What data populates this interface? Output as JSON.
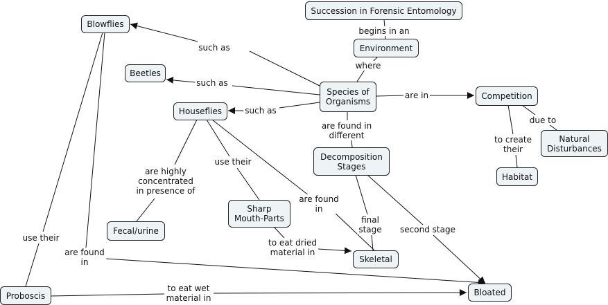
{
  "title": "Succession in Forensic Entomology",
  "colors": {
    "node_fill": "#eef3f6",
    "node_border": "#222222",
    "line": "#111111",
    "background": "#ffffff"
  },
  "nodes": {
    "succession": "Succession in Forensic Entomology",
    "environment": "Environment",
    "species": "Species of\nOrganisms",
    "blowflies": "Blowflies",
    "beetles": "Beetles",
    "houseflies": "Houseflies",
    "competition": "Competition",
    "natural_disturbances": "Natural\nDisturbances",
    "habitat": "Habitat",
    "decomposition": "Decomposition\nStages",
    "fecal": "Fecal/urine",
    "mouthparts": "Sharp\nMouth-Parts",
    "skeletal": "Skeletal",
    "bloated": "Bloated",
    "proboscis": "Proboscis"
  },
  "links": {
    "begins_in_an": "begins in an",
    "where": "where",
    "such_as_blowflies": "such as",
    "such_as_beetles": "such as",
    "such_as_houseflies": "such as",
    "are_in": "are in",
    "due_to": "due to",
    "to_create_their": "to create\ntheir",
    "are_found_in_different": "are found in\ndifferent",
    "are_highly_concentrated": "are highly\nconcentrated\nin presence of",
    "use_their_houseflies": "use their",
    "are_found_in_houseflies": "are found\nin",
    "final_stage": "final\nstage",
    "second_stage": "second stage",
    "to_eat_dried": "to eat dried\nmaterial in",
    "use_their_blowflies": "use their",
    "are_found_in_blowflies": "are found\nin",
    "to_eat_wet": "to eat wet\nmaterial in"
  }
}
